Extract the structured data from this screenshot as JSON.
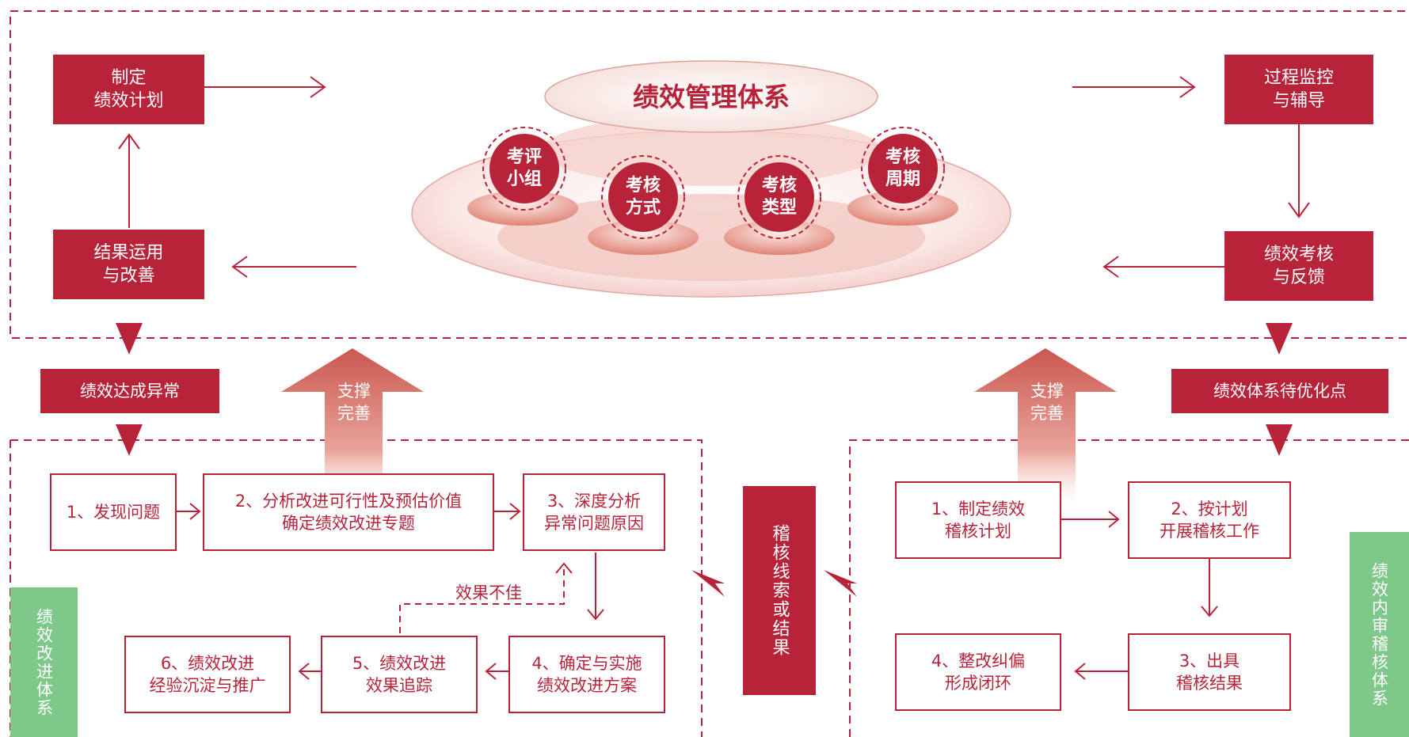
{
  "colors": {
    "primary": "#b7243a",
    "green": "#7ec88a",
    "white": "#ffffff"
  },
  "center": {
    "title": "绩效管理体系",
    "circles": [
      {
        "text": "考评\n小组"
      },
      {
        "text": "考核\n方式"
      },
      {
        "text": "考核\n类型"
      },
      {
        "text": "考核\n周期"
      }
    ]
  },
  "cycle": {
    "plan": "制定\n绩效计划",
    "monitor": "过程监控\n与辅导",
    "assess": "绩效考核\n与反馈",
    "apply": "结果运用\n与改善"
  },
  "labels": {
    "abnormal": "绩效达成异常",
    "optimize": "绩效体系待优化点",
    "support_left": "支撑\n完善",
    "support_right": "支撑\n完善",
    "audit_clues": "稽核线索或结果",
    "poor_effect": "效果不佳"
  },
  "improvement": {
    "side_label": "绩效改进体系",
    "steps": [
      "1、发现问题",
      "2、分析改进可行性及预估价值\n确定绩效改进专题",
      "3、深度分析\n异常问题原因",
      "4、确定与实施\n绩效改进方案",
      "5、绩效改进\n效果追踪",
      "6、绩效改进\n经验沉淀与推广"
    ]
  },
  "audit": {
    "side_label": "绩效内审稽核体系",
    "steps": [
      "1、制定绩效\n稽核计划",
      "2、按计划\n开展稽核工作",
      "3、出具\n稽核结果",
      "4、整改纠偏\n形成闭环"
    ]
  }
}
